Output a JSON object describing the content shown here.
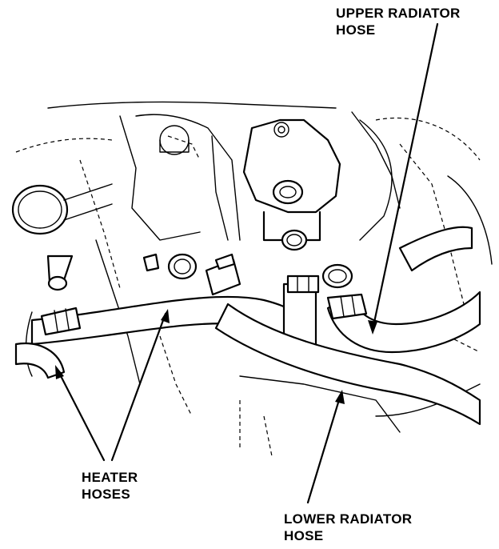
{
  "labels": {
    "upper_radiator_hose": [
      "UPPER RADIATOR",
      "HOSE"
    ],
    "heater_hoses": [
      "HEATER",
      "HOSES"
    ],
    "lower_radiator_hose": [
      "LOWER RADIATOR",
      "HOSE"
    ]
  },
  "colors": {
    "ink": "#000000",
    "paper": "#ffffff"
  }
}
